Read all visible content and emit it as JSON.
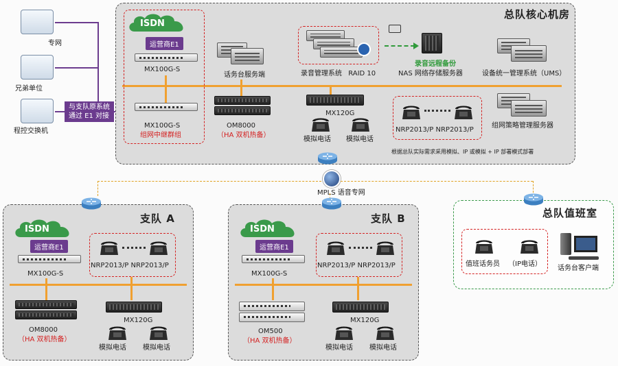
{
  "left_sites": {
    "dedicated_network": "专网",
    "partner_unit": "兄弟单位",
    "pbx": "程控交换机",
    "link_note_1": "与支队原系统",
    "link_note_2": "通过 E1 对接"
  },
  "hq": {
    "title": "总队核心机房",
    "isdn": "ISDN",
    "carrier": "运营商E1",
    "gw1": "MX100G-S",
    "gw2": "MX100G-S",
    "trunk_group": "组网中继群组",
    "console_server": "话务台服务端",
    "om": "OM8000",
    "om_ha": "（HA 双机热备）",
    "recording": "录音管理系统",
    "raid": "RAID 10",
    "remote_backup": "录音远程备份",
    "nas": "NAS 网络存储服务器",
    "ums": "设备统一管理系统（UMS）",
    "mx120": "MX120G",
    "analog1": "模拟电话",
    "analog2": "模拟电话",
    "nrp": "NRP2013/P NRP2013/P",
    "policy_server": "组网策略管理服务器",
    "note": "根据总队实际需求采用模拟、IP 或模拟 + IP 部署模式部署"
  },
  "mpls": "MPLS 语音专网",
  "branch_a": {
    "title": "支队 A",
    "isdn": "ISDN",
    "carrier": "运营商E1",
    "gw": "MX100G-S",
    "nrp": "NRP2013/P NRP2013/P",
    "om": "OM8000",
    "om_ha": "（HA 双机热备）",
    "mx120": "MX120G",
    "analog1": "模拟电话",
    "analog2": "模拟电话"
  },
  "branch_b": {
    "title": "支队 B",
    "isdn": "ISDN",
    "carrier": "运营商E1",
    "gw": "MX100G-S",
    "nrp": "NRP2013/P NRP2013/P",
    "om": "OM500",
    "om_ha": "（HA 双机热备）",
    "mx120": "MX120G",
    "analog1": "模拟电话",
    "analog2": "模拟电话"
  },
  "duty": {
    "title": "总队值班室",
    "operator": "值班话务员",
    "ip_phone": "（IP电话）",
    "console_client": "话务台客户端"
  },
  "colors": {
    "accent_orange": "#f0a030",
    "isdn_green": "#2f9a3a",
    "carrier_purple": "#6b3b8e",
    "highlight_red": "#d42020"
  }
}
